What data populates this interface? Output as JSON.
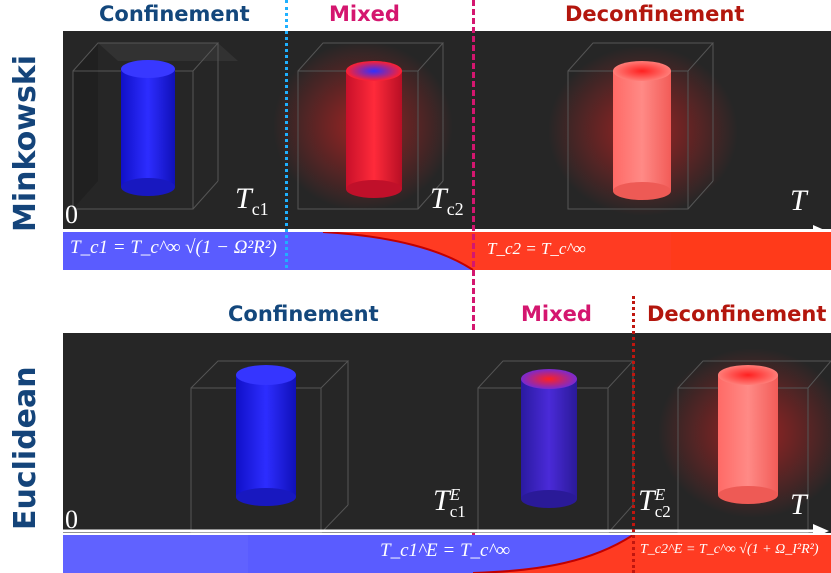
{
  "top": {
    "row_label": "Minkowski",
    "phase_confinement": "Confinement",
    "phase_mixed": "Mixed",
    "phase_deconfinement": "Deconfinement",
    "origin": "0",
    "tc1": "T",
    "tc1_sub": "c1",
    "tc2": "T",
    "tc2_sub": "c2",
    "axis_t": "T",
    "formula_left": "T_c1 = T_c^∞ √(1 − Ω²R²)",
    "formula_right": "T_c2 = T_c^∞"
  },
  "bottom": {
    "row_label": "Euclidean",
    "phase_confinement": "Confinement",
    "phase_mixed": "Mixed",
    "phase_deconfinement": "Deconfinement",
    "origin": "0",
    "tc1": "T",
    "tc1_sup": "E",
    "tc1_sub": "c1",
    "tc2": "T",
    "tc2_sup": "E",
    "tc2_sub": "c2",
    "axis_t": "T",
    "formula_left": "T_c1^E = T_c^∞",
    "formula_right": "T_c2^E = T_c^∞ √(1 + Ω_I²R²)"
  },
  "colors": {
    "confinement": "#13477c",
    "mixed": "#d4166f",
    "deconfinement": "#b3160d",
    "blue_bar": "#5a5cff",
    "red_bar": "#ff3b22"
  }
}
